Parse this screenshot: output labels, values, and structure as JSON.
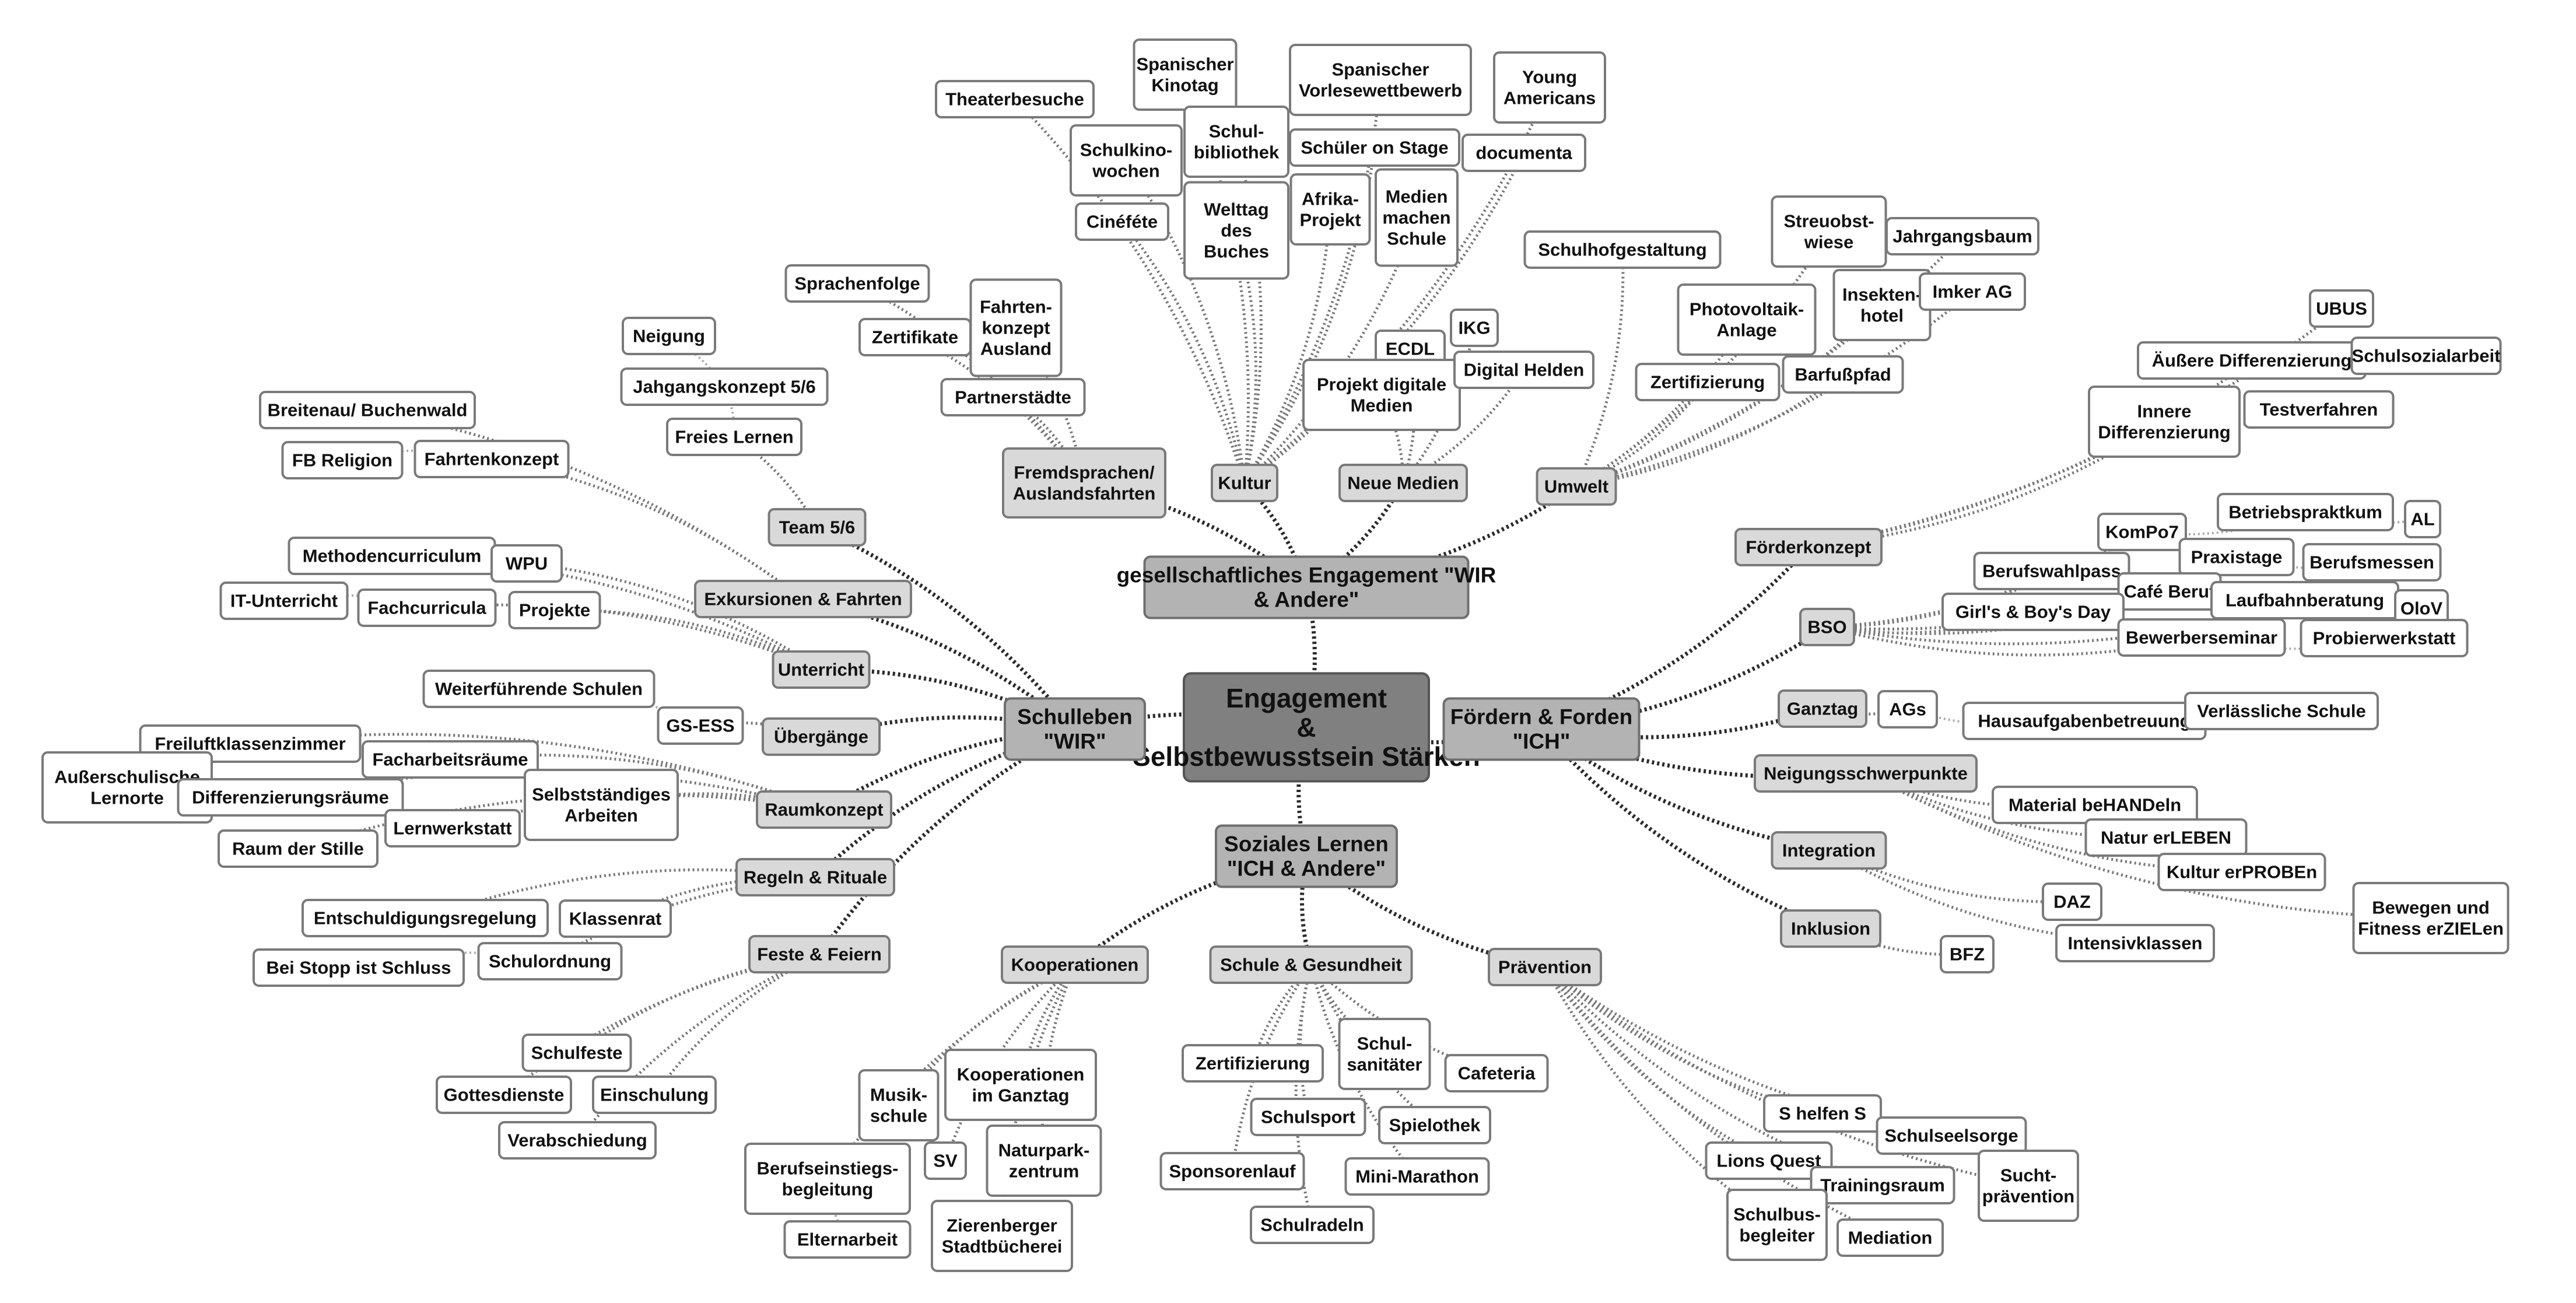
{
  "colors": {
    "background": "#ffffff",
    "center_fill": "#808080",
    "main_fill": "#b3b3b3",
    "sub_fill": "#d9d9d9",
    "leaf_fill": "#ffffff",
    "border": "#7a7a7a",
    "line_main": "#2a2a2a",
    "line_sub": "#777777",
    "line_leaf": "#aaaaaa"
  },
  "nodes": {
    "center": "Engagement & Selbstbewusstsein Stärken",
    "wir_andere": "gesellschaftliches Engagement \"WIR & Andere\"",
    "schulleben": "Schulleben \"WIR\"",
    "foerdern": "Fördern & Forden \"ICH\"",
    "soziales": "Soziales Lernen \"ICH & Andere\"",
    "fremdsprachen": "Fremdsprachen/ Auslandsfahrten",
    "kultur": "Kultur",
    "neue_medien": "Neue Medien",
    "umwelt": "Umwelt",
    "team56": "Team 5/6",
    "exkursionen": "Exkursionen & Fahrten",
    "unterricht": "Unterricht",
    "uebergaenge": "Übergänge",
    "raumkonzept": "Raumkonzept",
    "regeln": "Regeln & Rituale",
    "feste": "Feste & Feiern",
    "foerderkonzept": "Förderkonzept",
    "bso": "BSO",
    "ganztag": "Ganztag",
    "neigungs": "Neigungsschwerpunkte",
    "integration": "Integration",
    "inklusion": "Inklusion",
    "kooperationen": "Kooperationen",
    "schule_gesundheit": "Schule & Gesundheit",
    "praevention": "Prävention",
    "sprachenfolge": "Sprachenfolge",
    "zertifikate": "Zertifikate",
    "fahrtenkonzept_ausland": "Fahrten- konzept Ausland",
    "partnerstaedte": "Partnerstädte",
    "theaterbesuche": "Theaterbesuche",
    "kinotag": "Spanischer Kinotag",
    "vorlese": "Spanischer Vorlesewettbewerb",
    "young_americans": "Young Americans",
    "schulkinowochen": "Schulkino- wochen",
    "schulbibliothek": "Schul- bibliothek",
    "schueler_stage": "Schüler on Stage",
    "documenta": "documenta",
    "cinefete": "Cinéféte",
    "welttag": "Welttag des Buches",
    "afrika": "Afrika- Projekt",
    "medien_machen": "Medien machen Schule",
    "ecdl": "ECDL",
    "ikg": "IKG",
    "projekt_medien": "Projekt digitale Medien",
    "digital_helden": "Digital Helden",
    "schulhof": "Schulhofgestaltung",
    "streuobst": "Streuobst- wiese",
    "jahrgangsbaum": "Jahrgangsbaum",
    "photovoltaik": "Photovoltaik- Anlage",
    "insektenhotel": "Insekten- hotel",
    "imker": "Imker AG",
    "zertifizierung_u": "Zertifizierung",
    "barfusspfad": "Barfußpfad",
    "neigung": "Neigung",
    "jahrgangskonzept": "Jahgangskonzept 5/6",
    "freies_lernen": "Freies Lernen",
    "breitenau": "Breitenau/ Buchenwald",
    "fb_religion": "FB Religion",
    "fahrtenkonzept": "Fahrtenkonzept",
    "methodencurriculum": "Methodencurriculum",
    "wpu": "WPU",
    "it_unterricht": "IT-Unterricht",
    "fachcurricula": "Fachcurricula",
    "projekte": "Projekte",
    "weiterfuehrende": "Weiterführende Schulen",
    "gs_ess": "GS-ESS",
    "freiluft": "Freiluftklassenzimmer",
    "facharbeitsraeume": "Facharbeitsräume",
    "ausserschulische": "Außerschulische Lernorte",
    "differenzierungsraeume": "Differenzierungsräume",
    "selbststaendiges": "Selbstständiges Arbeiten",
    "lernwerkstatt": "Lernwerkstatt",
    "raum_stille": "Raum der Stille",
    "entschuldigung": "Entschuldigungsregelung",
    "klassenrat": "Klassenrat",
    "stopp": "Bei Stopp ist Schluss",
    "schulordnung": "Schulordnung",
    "schulfeste": "Schulfeste",
    "gottesdienste": "Gottesdienste",
    "einschulung": "Einschulung",
    "verabschiedung": "Verabschiedung",
    "ubus": "UBUS",
    "aeussere_diff": "Äußere Differenzierung",
    "schulsozialarbeit": "Schulsozialarbeit",
    "innere_diff": "Innere Differenzierung",
    "testverfahren": "Testverfahren",
    "betriebspraktikum": "Betriebspraktkum",
    "al": "AL",
    "kompo7": "KomPo7",
    "praxistage": "Praxistage",
    "berufsmessen": "Berufsmessen",
    "berufswahlpass": "Berufswahlpass",
    "cafe_beruf": "Café Beruf",
    "laufbahnberatung": "Laufbahnberatung",
    "girls_boys": "Girl's & Boy's Day",
    "olov": "OloV",
    "bewerberseminar": "Bewerberseminar",
    "probierwerkstatt": "Probierwerkstatt",
    "ags": "AGs",
    "hausaufgaben": "Hausaufgabenbetreuung",
    "verlaessliche": "Verlässliche Schule",
    "material": "Material beHANDeln",
    "natur": "Natur erLEBEN",
    "kultur_erproben": "Kultur erPROBEn",
    "bewegen": "Bewegen und Fitness erZIELen",
    "daz": "DAZ",
    "intensivklassen": "Intensivklassen",
    "bfz": "BFZ",
    "musikschule": "Musik- schule",
    "koop_ganztag": "Kooperationen im Ganztag",
    "sv": "SV",
    "naturpark": "Naturpark- zentrum",
    "berufseinstieg": "Berufseinstiegs- begleitung",
    "elternarbeit": "Elternarbeit",
    "stadtbuecherei": "Zierenberger Stadtbücherei",
    "zertifizierung_g": "Zertifizierung",
    "schulsanitaeter": "Schul- sanitäter",
    "cafeteria": "Cafeteria",
    "schulsport": "Schulsport",
    "spielothek": "Spielothek",
    "sponsorenlauf": "Sponsorenlauf",
    "mini_marathon": "Mini-Marathon",
    "schulradeln": "Schulradeln",
    "s_helfen_s": "S helfen S",
    "schulseelsorge": "Schulseelsorge",
    "lions_quest": "Lions Quest",
    "trainingsraum": "Trainingsraum",
    "suchtpraevention": "Sucht- prävention",
    "schulbusbegleiter": "Schulbus- begleiter",
    "mediation": "Mediation"
  }
}
